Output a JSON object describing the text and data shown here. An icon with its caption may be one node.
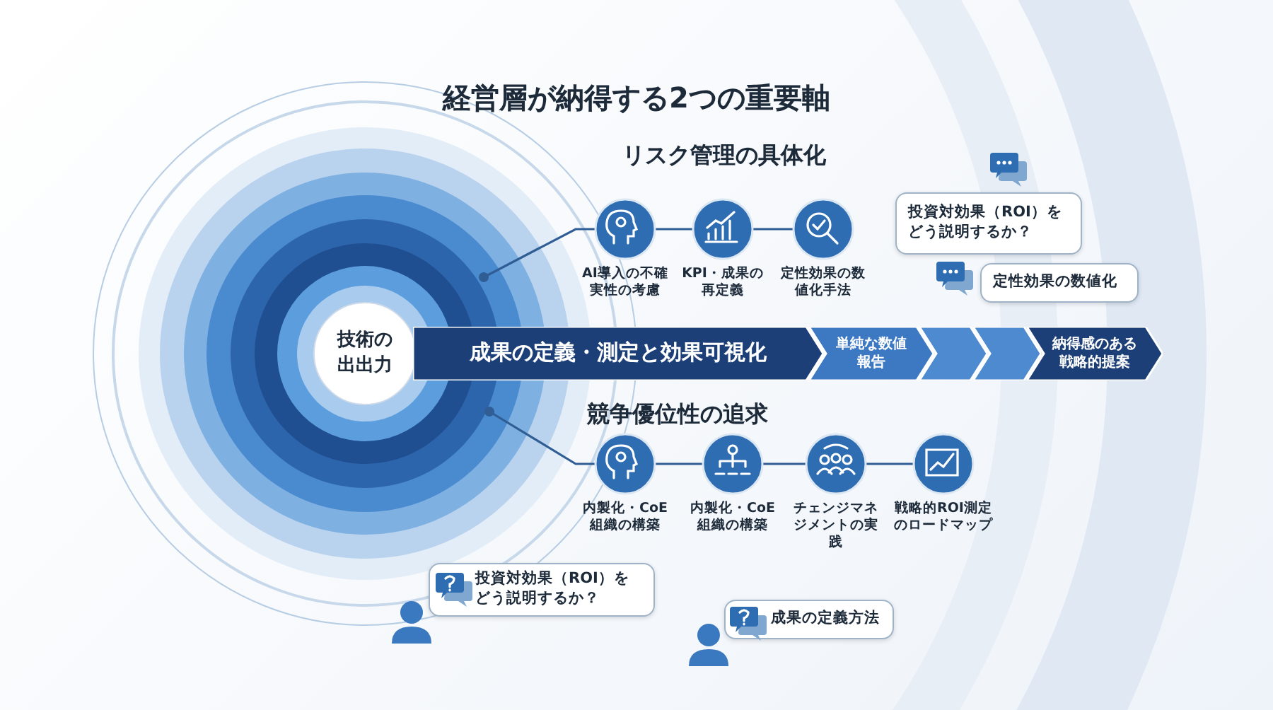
{
  "diagram": {
    "title": "経営層が納得する2つの重要軸",
    "nodes": [
      {
        "text": [
          "技術の出出力"
        ]
      },
      {
        "text": [
          "成果の定義・測定と効果可視化"
        ]
      },
      {
        "text": [
          "単純な数値報告"
        ]
      },
      {
        "text": [],
        "shape": "chevron"
      },
      {
        "text": [],
        "shape": "chevron"
      },
      {
        "text": [
          "納得感のある戦略的提案"
        ]
      },
      {
        "text": [
          "AI導入の不確実性の考慮"
        ]
      },
      {
        "text": [
          "KPI・成果の再定義"
        ]
      },
      {
        "text": [
          "定性効果の数値化手法"
        ]
      },
      {
        "text": [
          "内製化・CoE組織の構築"
        ]
      },
      {
        "text": [
          "内製化・CoE組織の構築"
        ]
      },
      {
        "text": [
          "チェンジマネジメントの実践"
        ]
      },
      {
        "text": [
          "戦略的ROI測定のロードマップ"
        ]
      },
      {
        "text": [
          "投資対効果（ROI）をどう説明するか？"
        ]
      },
      {
        "text": [
          "定性効果の数値化"
        ]
      },
      {
        "text": [
          "投資対効果（ROI）をどう説明するか？"
        ]
      },
      {
        "text": [
          "成果の定義方法"
        ]
      }
    ],
    "edges": [
      {
        "from": null,
        "to": 6,
        "arrow": "other"
      },
      {
        "from": 6,
        "to": 7,
        "arrow": "none"
      },
      {
        "from": 7,
        "to": 8,
        "arrow": "none"
      },
      {
        "from": null,
        "to": 9,
        "arrow": "other"
      },
      {
        "from": 9,
        "to": 10,
        "arrow": "none"
      },
      {
        "from": 10,
        "to": 11,
        "arrow": "none"
      },
      {
        "from": 11,
        "to": 12,
        "arrow": "none"
      }
    ],
    "labels": [
      "リスク管理の具体化",
      "競争優位性の追求"
    ]
  }
}
